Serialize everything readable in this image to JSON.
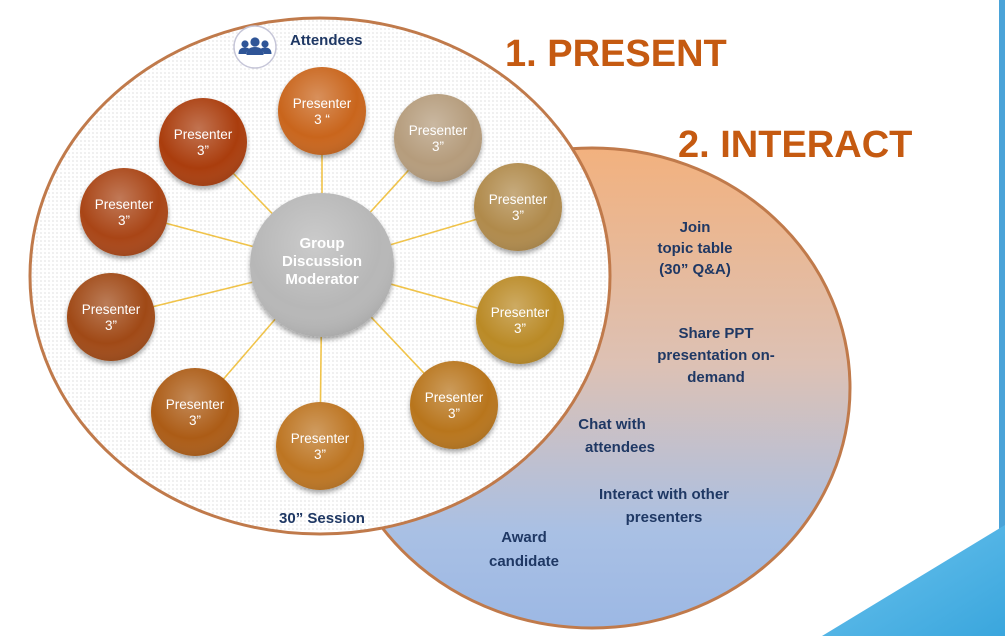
{
  "headings": {
    "present": "1. PRESENT",
    "interact": "2.  INTERACT"
  },
  "session": {
    "attendees_label": "Attendees",
    "attendees_icon": "people-group-icon",
    "session_label": "30” Session"
  },
  "moderator": {
    "lines": [
      "Group",
      "Discussion",
      "Moderator"
    ]
  },
  "presenters": [
    {
      "line1": "Presenter",
      "line2": "3 “",
      "color": "#c9651a"
    },
    {
      "line1": "Presenter",
      "line2": "3”",
      "color": "#b59c7b"
    },
    {
      "line1": "Presenter",
      "line2": "3”",
      "color": "#b08a4c"
    },
    {
      "line1": "Presenter",
      "line2": "3”",
      "color": "#ba8a28"
    },
    {
      "line1": "Presenter",
      "line2": "3”",
      "color": "#b8741c"
    },
    {
      "line1": "Presenter",
      "line2": "3”",
      "color": "#bd7420"
    },
    {
      "line1": "Presenter",
      "line2": "3”",
      "color": "#ac5c14"
    },
    {
      "line1": "Presenter",
      "line2": "3”",
      "color": "#a04a12"
    },
    {
      "line1": "Presenter",
      "line2": "3”",
      "color": "#a94512"
    },
    {
      "line1": "Presenter",
      "line2": "3”",
      "color": "#aa3d10"
    }
  ],
  "interact_items": [
    {
      "lines": [
        "Join",
        "topic table",
        "(30” Q&A)"
      ]
    },
    {
      "lines": [
        "Share PPT",
        "presentation on-",
        "demand"
      ]
    },
    {
      "lines": [
        "Chat with",
        "attendees"
      ]
    },
    {
      "lines": [
        "Interact with other",
        "presenters"
      ]
    },
    {
      "lines": [
        "Award",
        "candidate"
      ]
    }
  ],
  "colors": {
    "heading": "#c55a11",
    "circle_border": "#c07a4b",
    "interact_text": "#1f3864",
    "connector": "#f0c34a",
    "moderator": "#b7b7b7",
    "corner_accent": "#5bb8e6"
  }
}
